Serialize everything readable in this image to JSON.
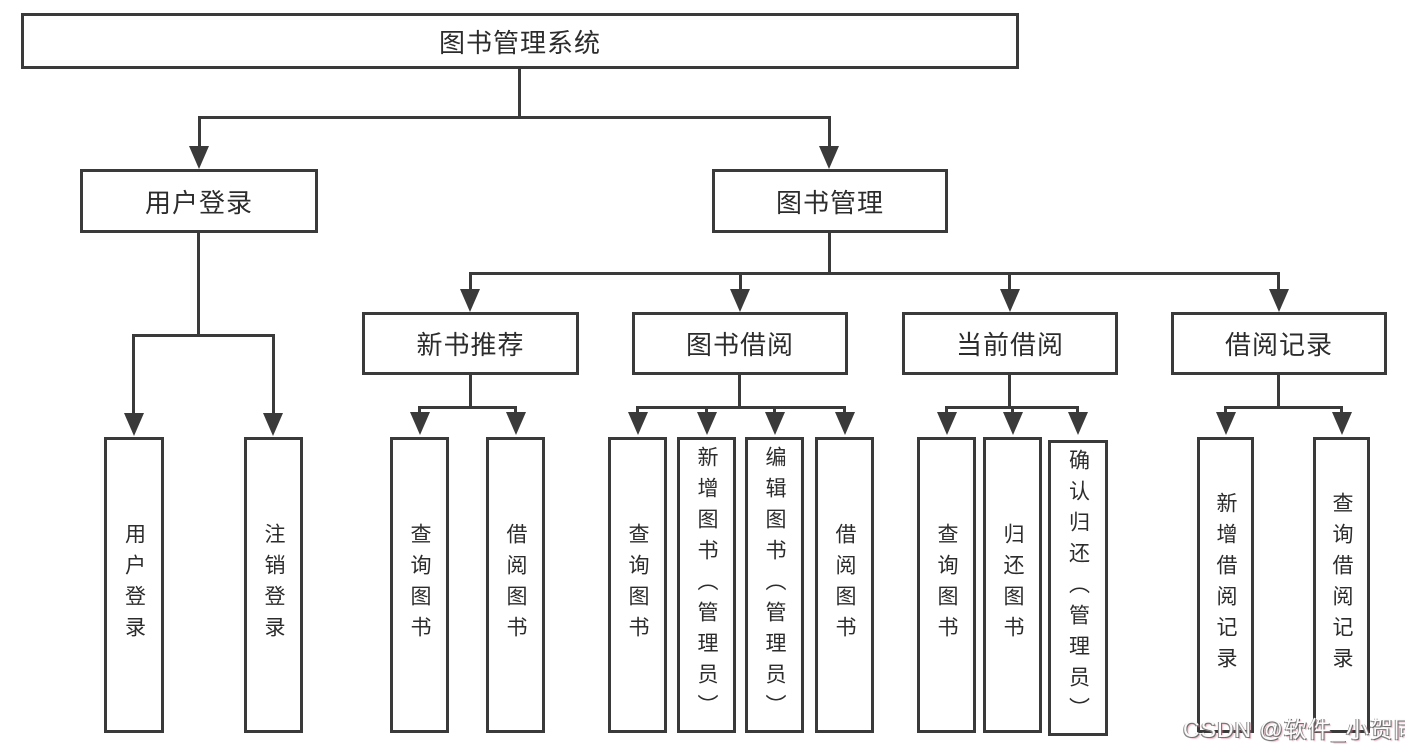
{
  "diagram": {
    "title": "图书管理系统",
    "nodes": {
      "root": "图书管理系统",
      "user_login": "用户登录",
      "book_mgmt": "图书管理",
      "new_book": "新书推荐",
      "borrowing": "图书借阅",
      "current": "当前借阅",
      "records": "借阅记录",
      "ul_login": "用户登录",
      "ul_logout": "注销登录",
      "nb_query": "查询图书",
      "nb_borrow": "借阅图书",
      "bb_query": "查询图书",
      "bb_add": "新增图书（管理员）",
      "bb_edit": "编辑图书（管理员）",
      "bb_borrow": "借阅图书",
      "cb_query": "查询图书",
      "cb_return": "归还图书",
      "cb_confirm": "确认归还（管理员）",
      "br_add": "新增借阅记录",
      "br_query": "查询借阅记录"
    },
    "hierarchy": [
      {
        "parent": "图书管理系统",
        "children": [
          "用户登录",
          "图书管理"
        ]
      },
      {
        "parent": "用户登录",
        "children": [
          "用户登录",
          "注销登录"
        ]
      },
      {
        "parent": "图书管理",
        "children": [
          "新书推荐",
          "图书借阅",
          "当前借阅",
          "借阅记录"
        ]
      },
      {
        "parent": "新书推荐",
        "children": [
          "查询图书",
          "借阅图书"
        ]
      },
      {
        "parent": "图书借阅",
        "children": [
          "查询图书",
          "新增图书（管理员）",
          "编辑图书（管理员）",
          "借阅图书"
        ]
      },
      {
        "parent": "当前借阅",
        "children": [
          "查询图书",
          "归还图书",
          "确认归还（管理员）"
        ]
      },
      {
        "parent": "借阅记录",
        "children": [
          "新增借阅记录",
          "查询借阅记录"
        ]
      }
    ],
    "colors": {
      "line": "#3a3a3a",
      "text": "#2c2c2c",
      "background": "#ffffff"
    }
  },
  "watermark": {
    "text": "CSDN @软件_小贺同学"
  }
}
